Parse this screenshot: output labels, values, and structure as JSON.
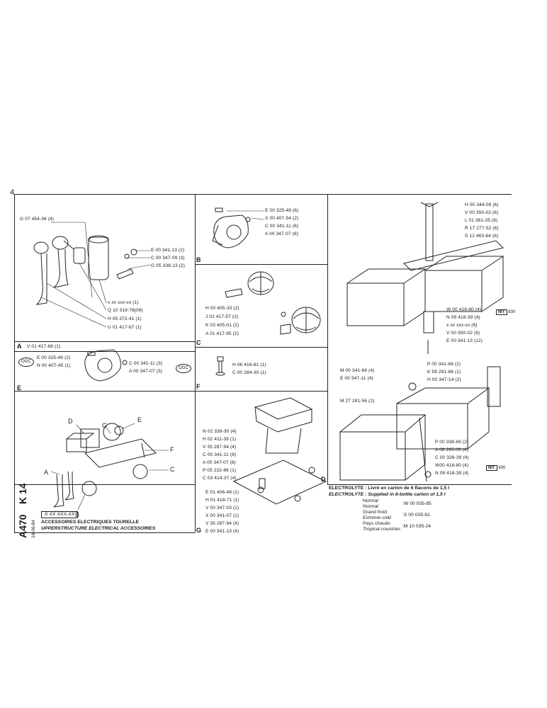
{
  "corner_mark": "4",
  "sectionA": {
    "letter": "A",
    "footer_ref": "V 01 417-68 (1)",
    "refs": [
      "G 07 454-36 (4)",
      "E 00 341-13 (2)",
      "C 00 347-09 (3)",
      "G 05 338-13 (2)",
      "x xx xxx-xx (1)",
      "Q 10 319-78(08)",
      "H 05 372-41 (1)",
      "U 01 417-67 (1)"
    ]
  },
  "sectionB": {
    "letter": "B",
    "refs": [
      "E 00 325-49 (6)",
      "X 00 407-54 (2)",
      "C 00 341-11 (6)",
      "A 00 347-07 (6)"
    ]
  },
  "sectionC": {
    "letter": "C",
    "refs": [
      "H 00 405-33 (2)",
      "J 01 417-57 (2)",
      "K 03 405-01 (2)",
      "A 01 417-95 (2)"
    ]
  },
  "sectionD": {
    "letter": "D",
    "refs_top": [
      "H 00 344-09 (6)",
      "V 00 350-02 (6)",
      "L 01 361-25 (6)",
      "R 17 277-52 (6)",
      "S 12 463-64 (6)"
    ],
    "refs_mid": [
      "W 00 418-80 (4)",
      "N 09 418-39 (4)",
      "x xx xxx-xx (6)",
      "V 00 350-02 (6)",
      "E 00 341-13 (12)"
    ],
    "refs_low_left": [
      "M 00 341-66 (4)",
      "E 00 347-11 (4)",
      "M 27 281-56 (2)"
    ],
    "refs_low_right": [
      "P 00 341-68 (2)",
      "K 58 281-86 (1)",
      "H 00 347-14 (2)",
      "P 00 338-69 (2)",
      "A 08 285-06 (4)",
      "C 00 326-39 (4)",
      "W00 418-80 (4)",
      "N 09 418-39 (4)"
    ],
    "nit1": "NIT",
    "nit1_num": "830",
    "nit2": "NIT",
    "nit2_num": "830"
  },
  "sectionE": {
    "letter": "E",
    "refs": [
      "E 00 325-49 (2)",
      "N 00 407-45 (1)",
      "C 00 341-11 (3)",
      "A 00 347-07 (3)"
    ],
    "ogc_left": "OGC",
    "ogc_right": "OGC"
  },
  "sectionF": {
    "letter": "F",
    "refs": [
      "H 06 416-61 (1)",
      "C 00 284-30 (1)"
    ]
  },
  "sectionG": {
    "letter": "G",
    "refs_top": [
      "N 02 338-30 (4)",
      "H 02 411-39 (1)",
      "V 35 287-94 (4)",
      "C 00 341-11 (8)",
      "A 00 347-07 (8)",
      "P 05 232-86 (1)",
      "C 03 414-37 (4)"
    ],
    "refs_bottom": [
      "E 01 406-49 (1)",
      "H 01 418-71 (1)",
      "V 00 347-03 (1)",
      "X 00 341-07 (1)",
      "V 35 287-94 (4)",
      "E 00 341-13 (4)"
    ]
  },
  "overview": {
    "letters": [
      "D",
      "G",
      "E",
      "F",
      "C",
      "A",
      "B"
    ]
  },
  "title_block": {
    "code_k": "K 14",
    "code_a": "A470",
    "date": "18-06-84",
    "part_number": "X XX XXX-XX",
    "title_fr": "ACCESSOIRES ELECTRIQUES TOURELLE",
    "title_en": "UPPERSTRUCTURE ELECTRICAL ACCESSORIES"
  },
  "electrolyte": {
    "line_fr": "ELECTROLYTE : Livré en carton de 6 flacons de 1,5 l",
    "line_en": "ELECTROLYTE : Supplied in 6-bottle carton of 1,5 l",
    "rows": [
      {
        "label_fr": "Normal",
        "label_en": "Normal",
        "ref": ":W 00 035-85"
      },
      {
        "label_fr": "Grand froid",
        "label_en": "Extreme cold",
        "ref": ":S 00 035-81"
      },
      {
        "label_fr": "Pays chauds",
        "label_en": "Tropical countries",
        "ref": ":M 10 035-24"
      }
    ]
  }
}
